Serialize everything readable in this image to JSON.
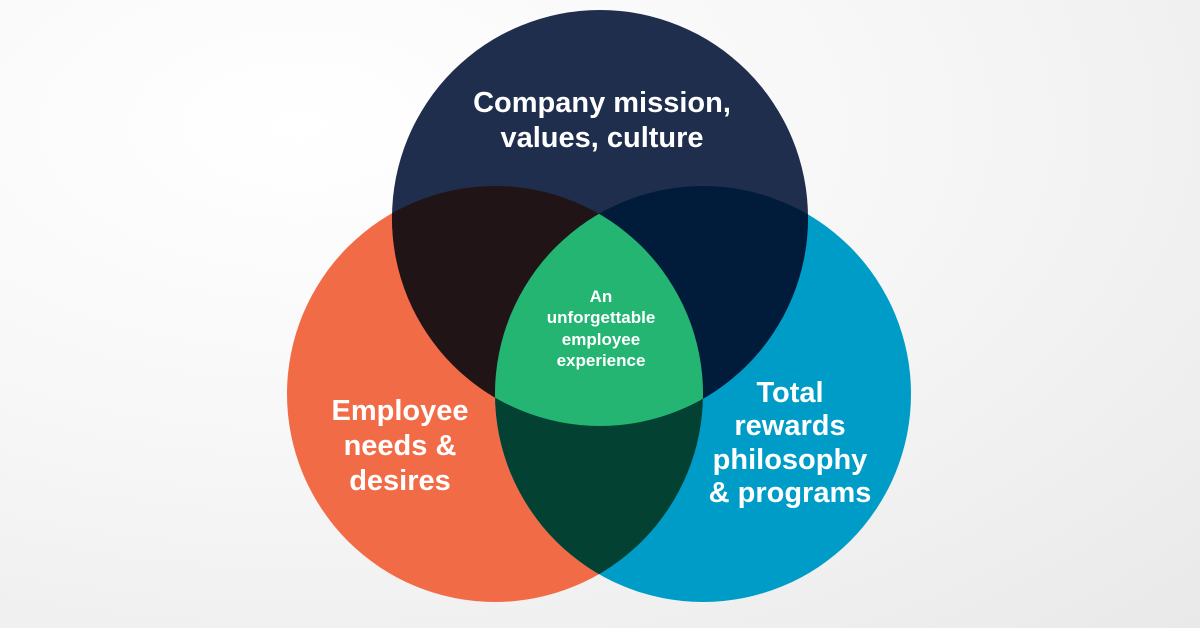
{
  "diagram": {
    "type": "venn",
    "sets": [
      {
        "id": "company",
        "lines": [
          "Company mission,",
          "values, culture"
        ],
        "color": "#1f2e4d"
      },
      {
        "id": "employee",
        "lines": [
          "Employee",
          "needs &",
          "desires"
        ],
        "color": "#f26b47"
      },
      {
        "id": "rewards",
        "lines": [
          "Total",
          "rewards",
          "philosophy",
          "& programs"
        ],
        "color": "#009cc8"
      }
    ],
    "overlaps": {
      "company_employee": "#201417",
      "company_rewards": "#001c3a",
      "employee_rewards": "#034133",
      "all": "#24b573"
    },
    "center": {
      "lines": [
        "An",
        "unforgettable",
        "employee",
        "experience"
      ]
    }
  }
}
